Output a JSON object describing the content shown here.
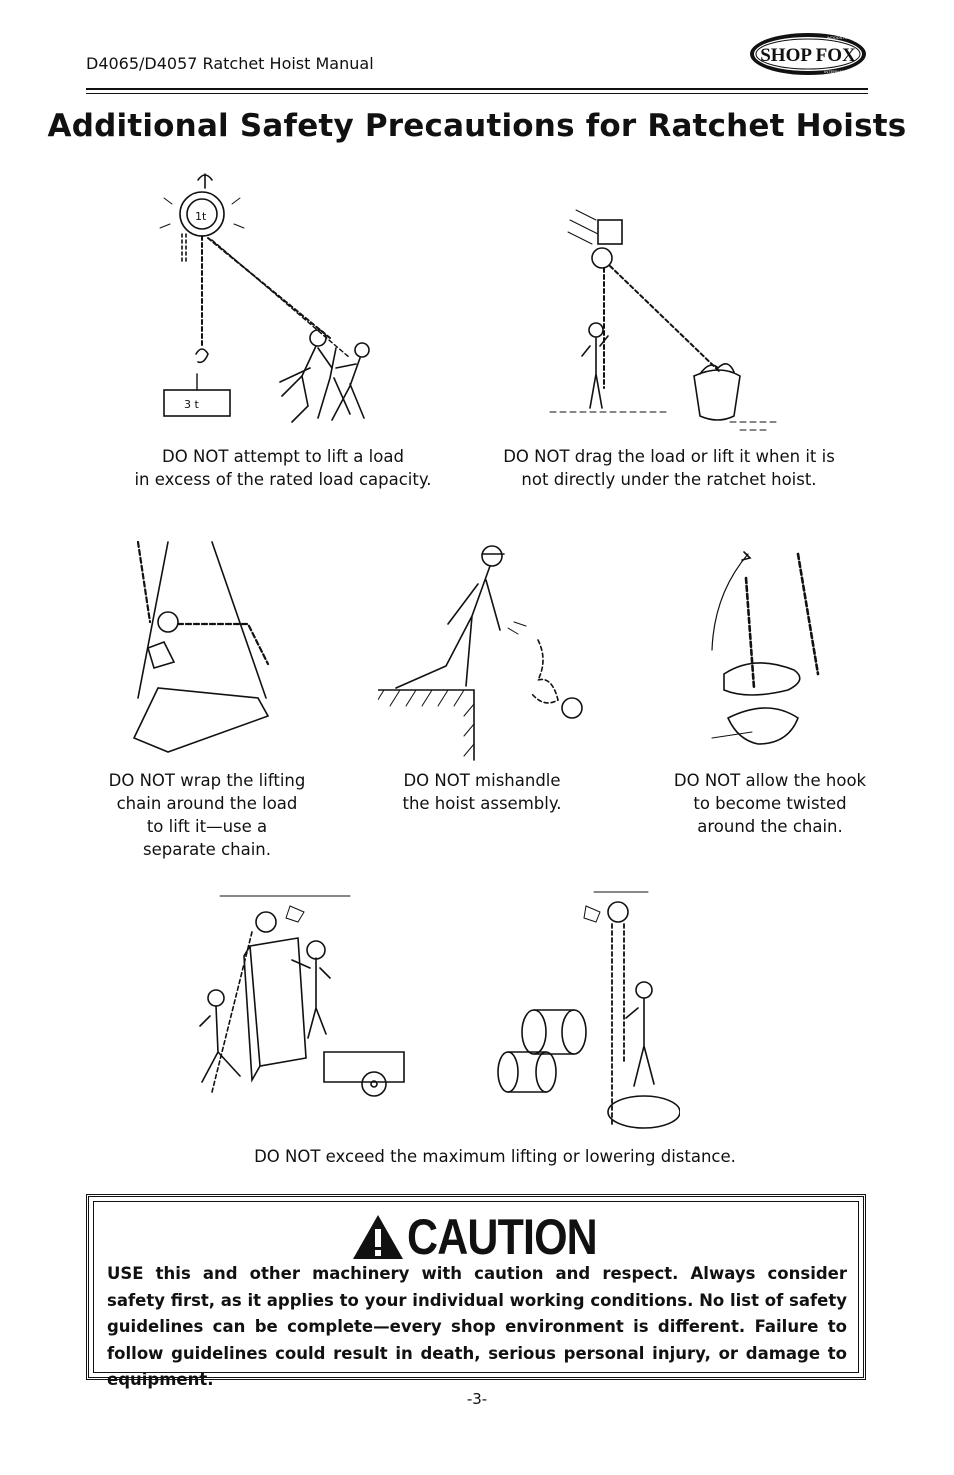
{
  "header": {
    "manual_title": "D4065/D4057 Ratchet Hoist Manual",
    "logo_text": "SHOP FOX",
    "logo_sub_top": "WOODSTOCK",
    "logo_sub_bottom": "INTERNATIONAL"
  },
  "page_title": "Additional Safety Precautions for Ratchet Hoists",
  "illustrations": {
    "overload_capacity_label": "1t",
    "overload_load_label": "3 t"
  },
  "captions": [
    {
      "line1": "DO NOT attempt to lift a load",
      "line2": "in excess of the rated load capacity."
    },
    {
      "line1": "DO NOT drag the load or lift it when it is",
      "line2": "not directly under the ratchet hoist."
    },
    {
      "line1": "DO NOT wrap the lifting",
      "line2": "chain around the load",
      "line3": "to lift it—use a",
      "line4": "separate chain."
    },
    {
      "line1": "DO NOT mishandle",
      "line2": "the hoist assembly."
    },
    {
      "line1": "DO NOT allow the hook",
      "line2": "to become twisted",
      "line3": "around the chain."
    },
    {
      "line1": "DO NOT exceed the maximum lifting or lowering distance."
    }
  ],
  "caution": {
    "heading": "CAUTION",
    "text": "USE this and other machinery with caution and respect. Always consider safety first, as it applies to your individual working conditions. No list of safety guidelines can be complete—every shop environment is different. Failure to follow guidelines could result in death, serious personal injury, or damage to equipment."
  },
  "page_number": "-3-"
}
